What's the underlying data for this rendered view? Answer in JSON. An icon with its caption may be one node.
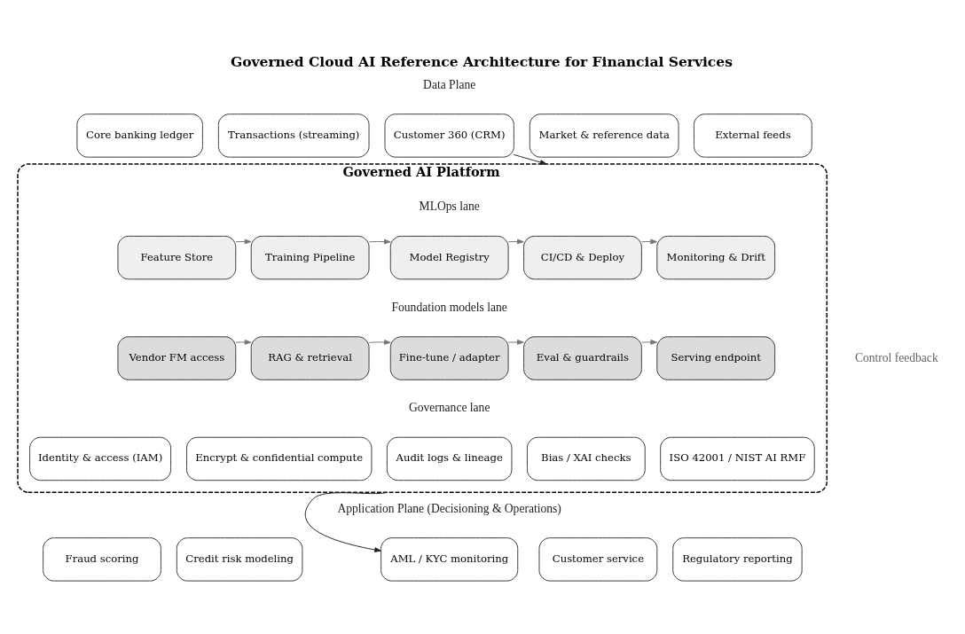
{
  "diagram": {
    "title": "Governed Cloud AI Reference Architecture for Financial Services",
    "nodes": [
      {
        "text": [
          "Core banking ledger"
        ]
      },
      {
        "text": [
          "Transactions (streaming)"
        ]
      },
      {
        "text": [
          "Customer 360 (CRM)"
        ]
      },
      {
        "text": [
          "Market & reference data"
        ]
      },
      {
        "text": [
          "External feeds"
        ]
      },
      {
        "text": [
          "Governed AI Platform"
        ]
      },
      {
        "text": [
          "Feature Store"
        ],
        "in": 5
      },
      {
        "text": [
          "Training Pipeline"
        ],
        "in": 5
      },
      {
        "text": [
          "Model Registry"
        ],
        "in": 5
      },
      {
        "text": [
          "CI/CD & Deploy"
        ],
        "in": 5
      },
      {
        "text": [
          "Monitoring & Drift"
        ],
        "in": 5
      },
      {
        "text": [
          "Vendor FM access"
        ],
        "in": 5
      },
      {
        "text": [
          "RAG & retrieval"
        ],
        "in": 5
      },
      {
        "text": [
          "Fine-tune / adapter"
        ],
        "in": 5
      },
      {
        "text": [
          "Eval & guardrails"
        ],
        "in": 5
      },
      {
        "text": [
          "Serving endpoint"
        ],
        "in": 5
      },
      {
        "text": [
          "Identity & access (IAM)"
        ],
        "in": 5
      },
      {
        "text": [
          "Encrypt & confidential compute"
        ],
        "in": 5
      },
      {
        "text": [
          "Audit logs & lineage"
        ],
        "in": 5
      },
      {
        "text": [
          "Bias / XAI checks"
        ],
        "in": 5
      },
      {
        "text": [
          "ISO 42001 / NIST AI RMF"
        ],
        "in": 5
      },
      {
        "text": [
          "Fraud scoring"
        ]
      },
      {
        "text": [
          "Credit risk modeling"
        ]
      },
      {
        "text": [
          "AML / KYC monitoring"
        ]
      },
      {
        "text": [
          "Customer service"
        ]
      },
      {
        "text": [
          "Regulatory reporting"
        ]
      }
    ],
    "edges": [
      {
        "from": 2,
        "to": 5,
        "arrow": "to"
      },
      {
        "from": 6,
        "to": 7,
        "arrow": "to",
        "color": "#777777"
      },
      {
        "from": 7,
        "to": 8,
        "arrow": "to",
        "color": "#777777"
      },
      {
        "from": 8,
        "to": 9,
        "arrow": "to",
        "color": "#777777"
      },
      {
        "from": 9,
        "to": 10,
        "arrow": "to",
        "color": "#777777"
      },
      {
        "from": 11,
        "to": 12,
        "arrow": "to",
        "color": "#777777"
      },
      {
        "from": 12,
        "to": 13,
        "arrow": "to",
        "color": "#777777"
      },
      {
        "from": 13,
        "to": 14,
        "arrow": "to",
        "color": "#777777"
      },
      {
        "from": 14,
        "to": 15,
        "arrow": "to",
        "color": "#777777"
      },
      {
        "from": 5,
        "to": 23,
        "arrow": "to"
      }
    ],
    "labels": [
      "Data Plane",
      "MLOps lane",
      "Foundation models lane",
      "Control feedback",
      "Governance lane",
      "Application Plane (Decisioning & Operations)"
    ]
  }
}
